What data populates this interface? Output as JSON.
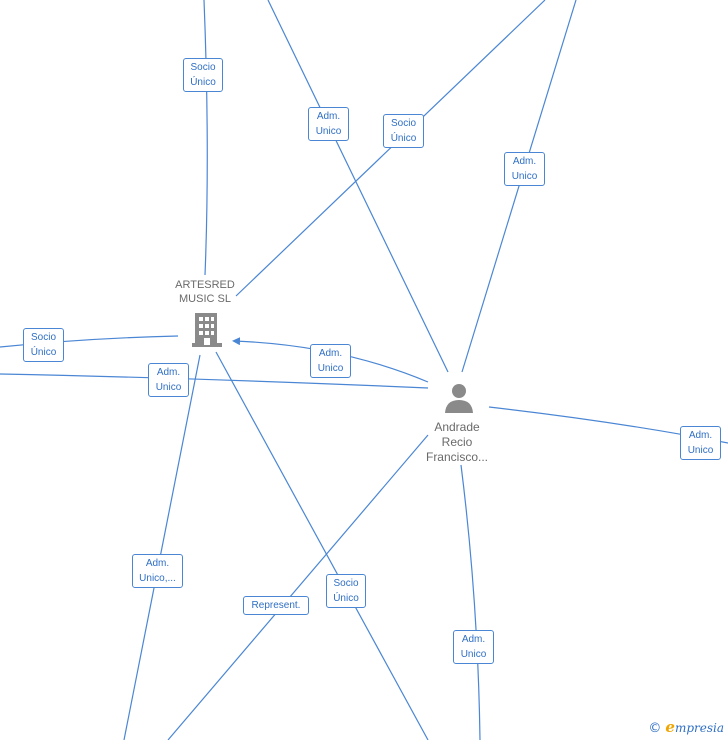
{
  "nodes": {
    "company": {
      "line1": "ARTESRED",
      "line2": "MUSIC  SL"
    },
    "person": {
      "line1": "Andrade",
      "line2": "Recio",
      "line3": "Francisco..."
    }
  },
  "edge_labels": [
    {
      "id": "socio-unico-top-left",
      "line1": "Socio",
      "line2": "Único"
    },
    {
      "id": "adm-unico-top",
      "line1": "Adm.",
      "line2": "Unico"
    },
    {
      "id": "socio-unico-top-center",
      "line1": "Socio",
      "line2": "Único"
    },
    {
      "id": "adm-unico-top-right",
      "line1": "Adm.",
      "line2": "Unico"
    },
    {
      "id": "socio-unico-left",
      "line1": "Socio",
      "line2": "Único"
    },
    {
      "id": "adm-unico-center",
      "line1": "Adm.",
      "line2": "Unico"
    },
    {
      "id": "adm-unico-left",
      "line1": "Adm.",
      "line2": "Unico"
    },
    {
      "id": "adm-unico-right",
      "line1": "Adm.",
      "line2": "Unico"
    },
    {
      "id": "adm-unico-bottom-left",
      "line1": "Adm.",
      "line2": "Unico,..."
    },
    {
      "id": "socio-unico-bottom",
      "line1": "Socio",
      "line2": "Único"
    },
    {
      "id": "represent-bottom",
      "line1": "Represent.",
      "line2": ""
    },
    {
      "id": "adm-unico-bottom-right",
      "line1": "Adm.",
      "line2": "Unico"
    }
  ],
  "brand": {
    "copyright": "©",
    "initial": "e",
    "name": "mpresia"
  },
  "colors": {
    "edge": "#4a86d4",
    "label_text": "#2f6fc4",
    "node_icon": "#8a8a8a",
    "brand_accent": "#f0a500"
  },
  "icons": {
    "company": "building-icon",
    "person": "person-icon"
  }
}
